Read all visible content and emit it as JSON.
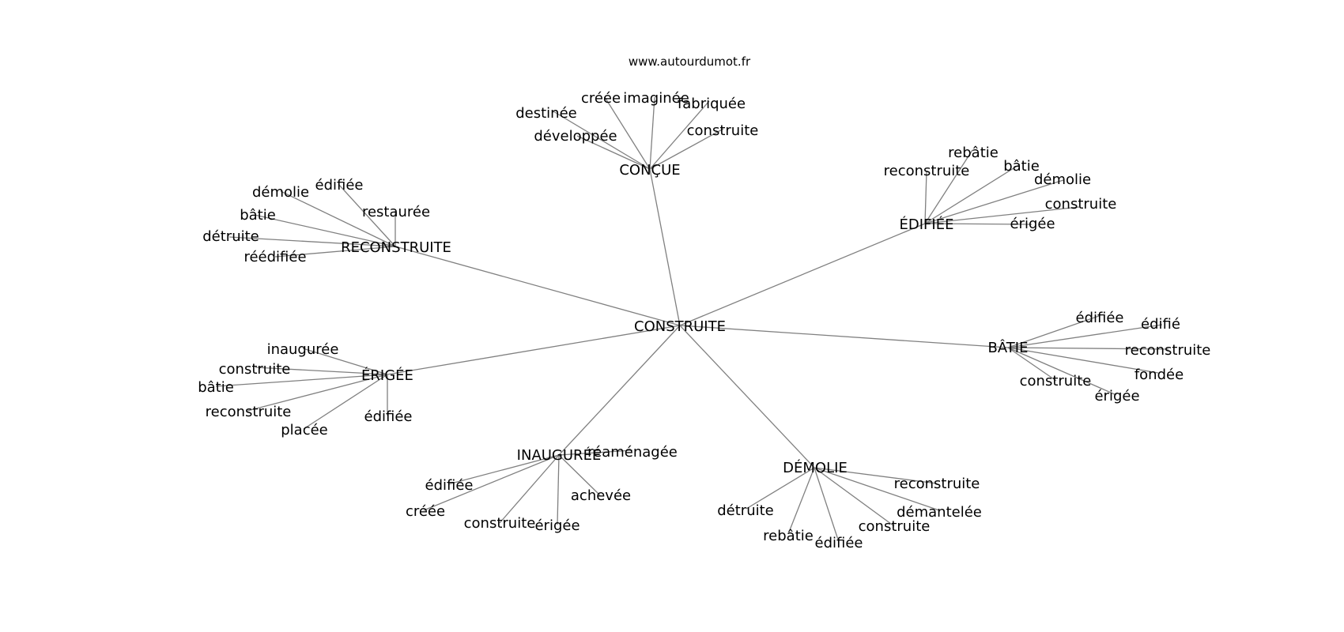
{
  "header": {
    "site": "www.autourdumot.fr"
  },
  "colors": {
    "edge": "#808080",
    "text": "#000000",
    "background": "#ffffff"
  },
  "graph": {
    "center": "CONSTRUITE",
    "clusters": [
      {
        "hub": "CONÇUE",
        "leaves": [
          "créée",
          "imaginée",
          "fabriquée",
          "destinée",
          "construite",
          "développée"
        ]
      },
      {
        "hub": "ÉDIFIÉE",
        "leaves": [
          "rebâtie",
          "bâtie",
          "reconstruite",
          "démolie",
          "construite",
          "érigée"
        ]
      },
      {
        "hub": "RECONSTRUITE",
        "leaves": [
          "édifiée",
          "démolie",
          "restaurée",
          "bâtie",
          "détruite",
          "réédifiée"
        ]
      },
      {
        "hub": "BÂTIE",
        "leaves": [
          "édifiée",
          "édifié",
          "reconstruite",
          "fondée",
          "construite",
          "érigée"
        ]
      },
      {
        "hub": "ÉRIGÉE",
        "leaves": [
          "inaugurée",
          "construite",
          "bâtie",
          "reconstruite",
          "édifiée",
          "placée"
        ]
      },
      {
        "hub": "INAUGURÉE",
        "leaves": [
          "réaménagée",
          "édifiée",
          "achevée",
          "créée",
          "construite",
          "érigée"
        ]
      },
      {
        "hub": "DÉMOLIE",
        "leaves": [
          "reconstruite",
          "démantelée",
          "détruite",
          "construite",
          "rebâtie",
          "édifiée"
        ]
      }
    ]
  }
}
